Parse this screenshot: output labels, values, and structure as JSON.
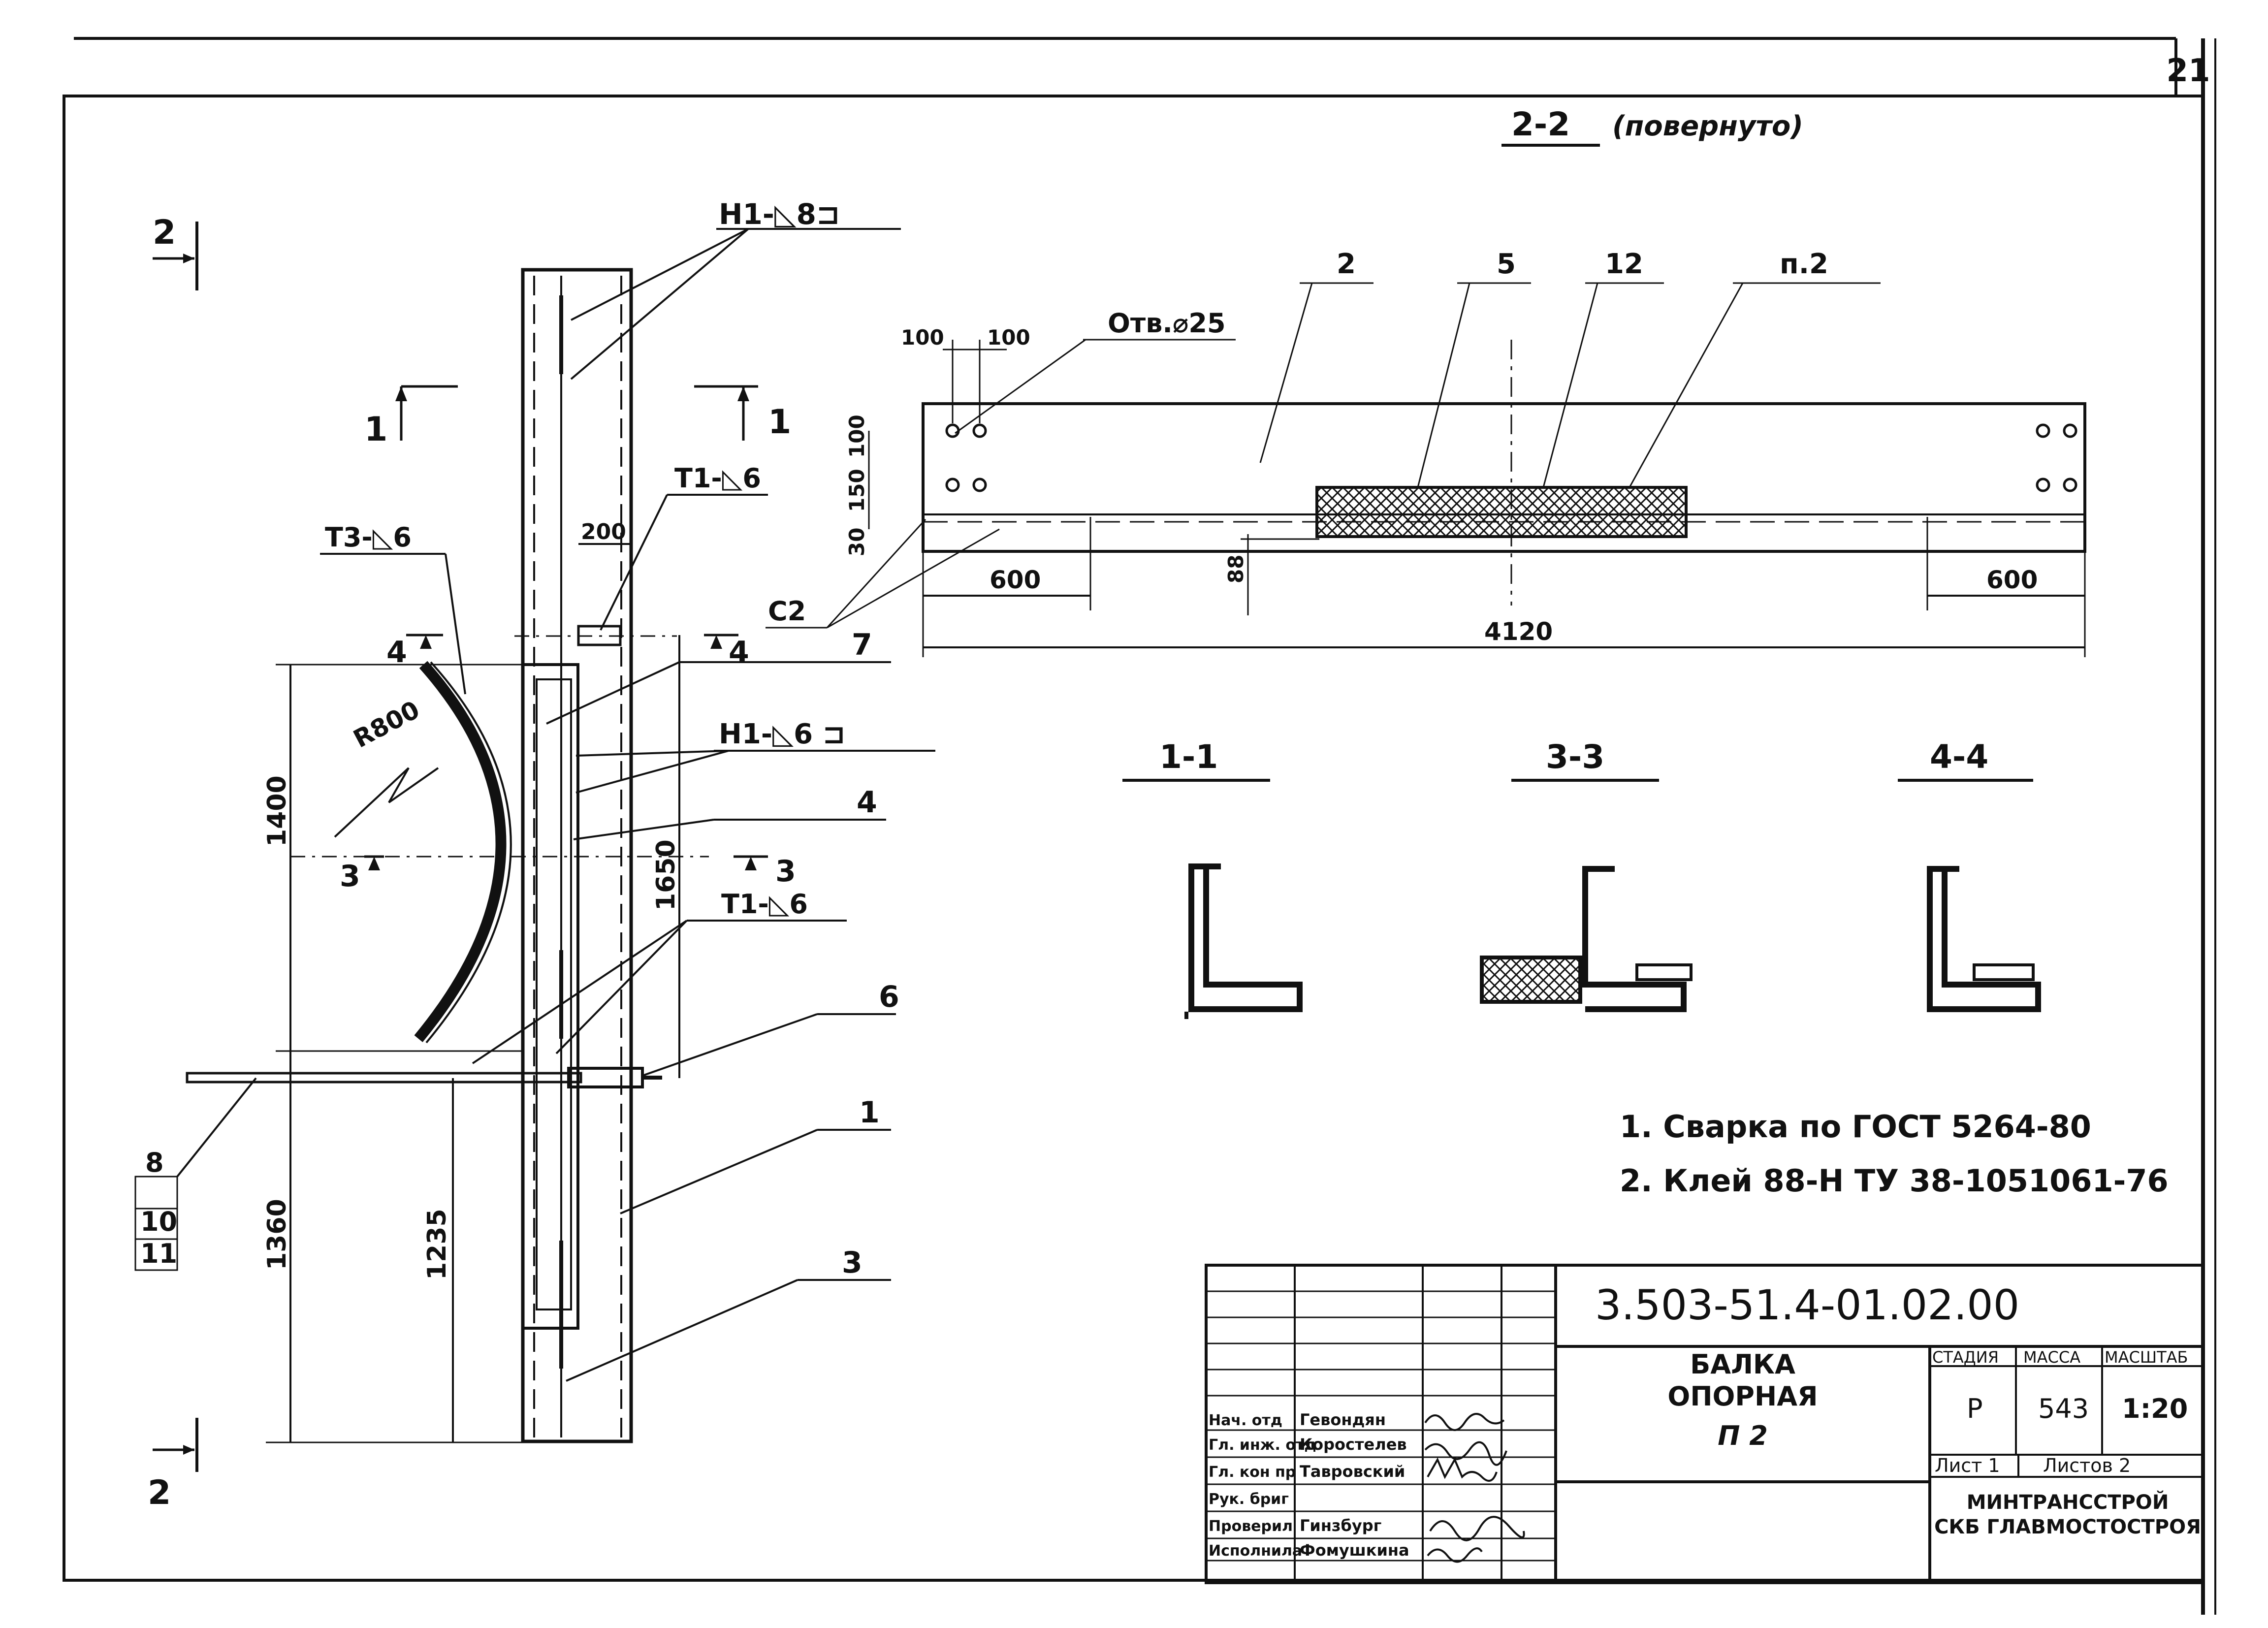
{
  "sheet": {
    "page_number": "21",
    "document_code": "3.503-51.4-01.02.00"
  },
  "labels": {
    "section_2_2_title": "2-2",
    "section_2_2_note": "(повернуто)",
    "cut_2_top": "2",
    "cut_2_bottom": "2",
    "cut_1_left": "1",
    "cut_1_right": "1",
    "cut_3_left": "3",
    "cut_3_right": "3",
    "cut_4_left": "4",
    "cut_4_right": "4",
    "weld_h1_8": "Н1-◺8⊐",
    "weld_t1_6_top": "Т1-◺6",
    "weld_t3_6": "Т3-◺6",
    "weld_h1_6": "Н1-◺6 ⊐",
    "weld_t1_6_mid": "Т1-◺6",
    "radius": "R800",
    "hole": "Отв.⌀25",
    "c2": "С2"
  },
  "positions": {
    "p1": "1",
    "p2": "2",
    "p3": "3",
    "p4": "4",
    "p5": "5",
    "p6": "6",
    "p7": "7",
    "p8": "8",
    "p10": "10",
    "p11": "11",
    "p12": "12",
    "pn2": "п.2"
  },
  "dimensions": {
    "d200": "200",
    "d1400": "1400",
    "d1650": "1650",
    "d1360": "1360",
    "d1235": "1235",
    "d100a": "100",
    "d100b": "100",
    "d100v": "100",
    "d150": "150",
    "d30": "30",
    "d88": "88",
    "d600a": "600",
    "d600b": "600",
    "d4120": "4120"
  },
  "sections": {
    "s1": "1-1",
    "s3": "3-3",
    "s4": "4-4"
  },
  "notes": [
    "1. Сварка по ГОСТ 5264-80",
    "2. Клей 88-Н ТУ 38-1051061-76"
  ],
  "title_block": {
    "name_line1": "БАЛКА",
    "name_line2": "ОПОРНАЯ",
    "name_line3": "П 2",
    "stage_header": "СТАДИЯ",
    "mass_header": "МАССА",
    "scale_header": "МАСШТАБ",
    "stage": "Р",
    "mass": "543",
    "scale": "1:20",
    "sheet": "Лист 1",
    "sheets": "Листов 2",
    "org_line1": "МИНТРАНССТРОЙ",
    "org_line2": "СКБ ГЛАВМОСТОСТРОЯ",
    "signers": [
      {
        "role": "Нач. отд",
        "name": "Гевондян"
      },
      {
        "role": "Гл. инж. отд",
        "name": "Коростелев"
      },
      {
        "role": "Гл. кон пр",
        "name": "Тавровский"
      },
      {
        "role": "Рук. бриг",
        "name": ""
      },
      {
        "role": "Проверил",
        "name": "Гинзбург"
      },
      {
        "role": "Исполнила",
        "name": "Фомушкина"
      }
    ]
  }
}
